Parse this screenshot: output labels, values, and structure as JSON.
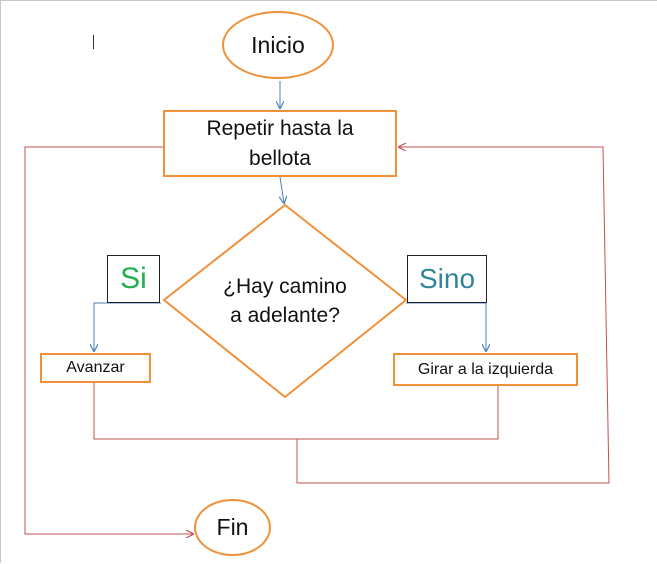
{
  "nodes": {
    "start": {
      "label": "Inicio"
    },
    "loop": {
      "label": "Repetir hasta la bellota"
    },
    "decision": {
      "label": "¿Hay camino a adelante?"
    },
    "yes_label": {
      "label": "Si"
    },
    "no_label": {
      "label": "Sino"
    },
    "advance": {
      "label": "Avanzar"
    },
    "turn_left": {
      "label": "Girar a la izquierda"
    },
    "end": {
      "label": "Fin"
    }
  },
  "colors": {
    "shape_border": "#f0913a",
    "arrow_blue": "#4f81bd",
    "loop_red": "#c0504d",
    "yes_text": "#22b14c",
    "no_text": "#31849b"
  }
}
